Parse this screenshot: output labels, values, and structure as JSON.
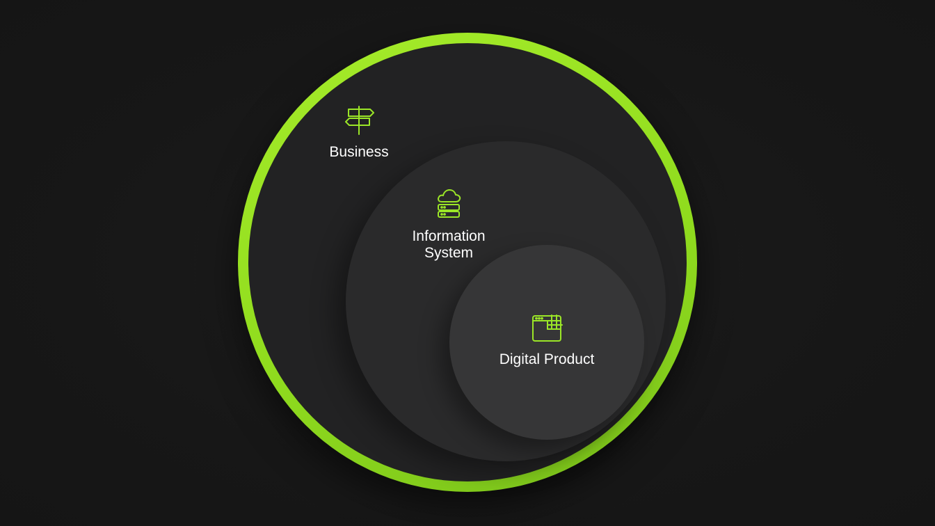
{
  "accent_color": "#9be627",
  "background_color": "#171717",
  "layers": [
    {
      "label": "Business",
      "icon": "signpost-icon"
    },
    {
      "label_line1": "Information",
      "label_line2": "System",
      "icon": "cloud-server-icon"
    },
    {
      "label": "Digital Product",
      "icon": "browser-window-icon"
    }
  ]
}
